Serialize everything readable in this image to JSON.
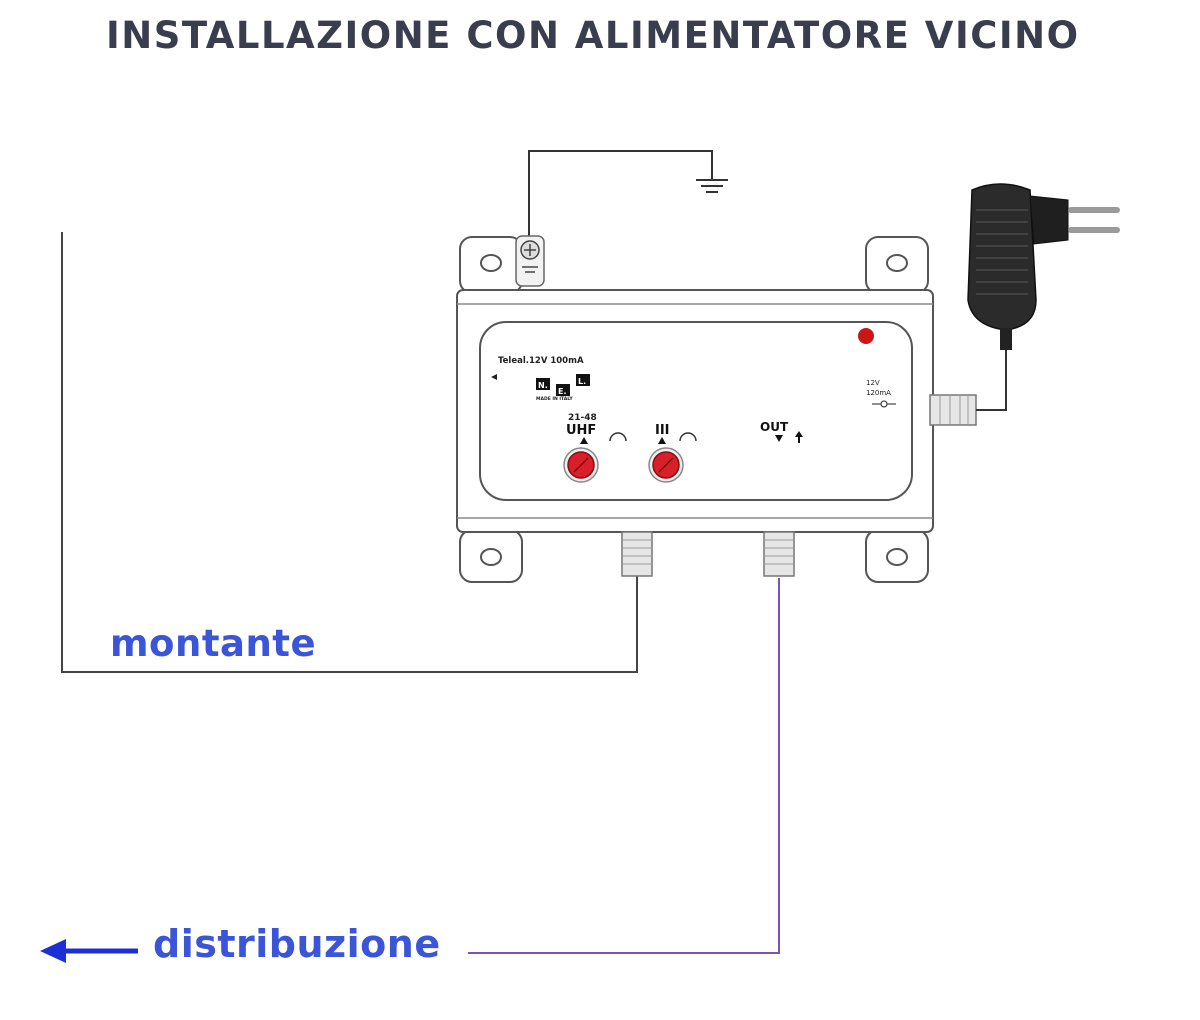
{
  "title": "INSTALLAZIONE CON ALIMENTATORE VICINO",
  "labels": {
    "riser": "montante",
    "distribution": "distribuzione"
  },
  "amplifier": {
    "model_text": "Teleal.12V 100mA",
    "brand_letters": [
      "N.",
      "E.",
      "L."
    ],
    "brand_sub": "MADE IN ITALY",
    "uhf_range": "21-48",
    "uhf_label": "UHF",
    "vhf_label": "III",
    "out_label": "OUT",
    "power_voltage": "12V",
    "power_current": "120mA"
  },
  "colors": {
    "title": "#3a3d4d",
    "label_blue": "#3a55d8",
    "arrow_blue": "#1f2fd6",
    "distribution_cable": "#7d52b8",
    "cable": "#333333",
    "knob_red": "#d81f2a",
    "led_red": "#cc1515"
  }
}
